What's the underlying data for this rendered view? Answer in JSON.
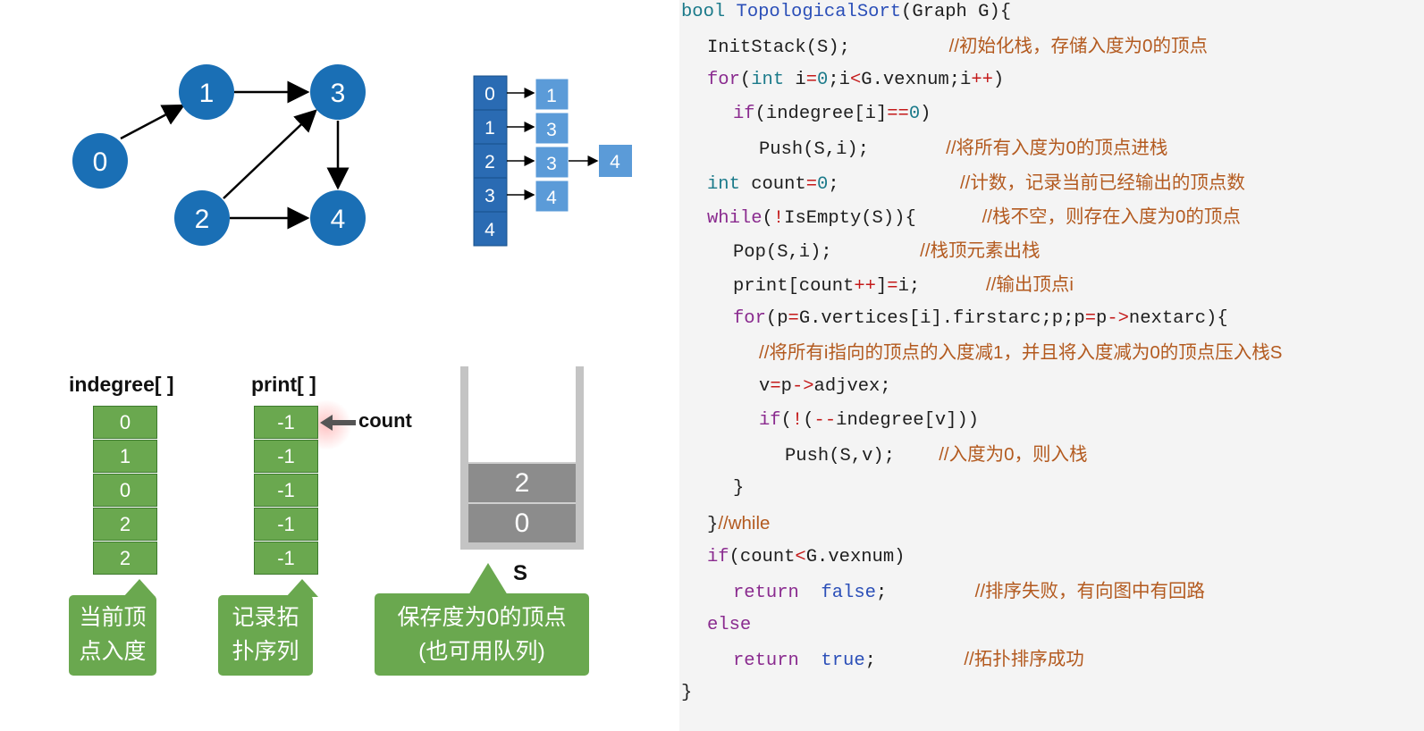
{
  "graph": {
    "nodes": [
      "0",
      "1",
      "2",
      "3",
      "4"
    ]
  },
  "adjacency": {
    "index": [
      "0",
      "1",
      "2",
      "3",
      "4"
    ],
    "first": [
      "1",
      "3",
      "3",
      "4"
    ],
    "extra": "4"
  },
  "indegree": {
    "title": "indegree[ ]",
    "values": [
      "0",
      "1",
      "0",
      "2",
      "2"
    ],
    "callout": [
      "当前顶",
      "点入度"
    ]
  },
  "print": {
    "title": "print[ ]",
    "values": [
      "-1",
      "-1",
      "-1",
      "-1",
      "-1"
    ],
    "pointer_label": "count",
    "callout": [
      "记录拓",
      "扑序列"
    ]
  },
  "stack": {
    "items": [
      "2",
      "0"
    ],
    "label": "S",
    "callout": [
      "保存度为0的顶点",
      "(也可用队列)"
    ]
  },
  "code": [
    {
      "indent": 0,
      "parts": [
        [
          "bool ",
          "ty"
        ],
        [
          "TopologicalSort",
          "fn"
        ],
        [
          "(Graph G){",
          ""
        ]
      ]
    },
    {
      "indent": 1,
      "parts": [
        [
          "InitStack(S);         ",
          ""
        ],
        [
          "//初始化栈，存储入度为0的顶点",
          "cm"
        ]
      ]
    },
    {
      "indent": 1,
      "parts": [
        [
          "for",
          "kw"
        ],
        [
          "(",
          ""
        ],
        [
          "int",
          "ty"
        ],
        [
          " i",
          ""
        ],
        [
          "=",
          "op"
        ],
        [
          "0",
          "num"
        ],
        [
          ";i",
          ""
        ],
        [
          "<",
          "op"
        ],
        [
          "G.vexnum;i",
          ""
        ],
        [
          "++",
          "op"
        ],
        [
          ")",
          ""
        ]
      ]
    },
    {
      "indent": 2,
      "parts": [
        [
          "if",
          "kw"
        ],
        [
          "(indegree[i]",
          ""
        ],
        [
          "==",
          "op"
        ],
        [
          "0",
          "num"
        ],
        [
          ")",
          ""
        ]
      ]
    },
    {
      "indent": 3,
      "parts": [
        [
          "Push(S,i);       ",
          ""
        ],
        [
          "//将所有入度为0的顶点进栈",
          "cm"
        ]
      ]
    },
    {
      "indent": 1,
      "parts": [
        [
          "int",
          "ty"
        ],
        [
          " count",
          ""
        ],
        [
          "=",
          "op"
        ],
        [
          "0",
          "num"
        ],
        [
          ";           ",
          ""
        ],
        [
          "//计数，记录当前已经输出的顶点数",
          "cm"
        ]
      ]
    },
    {
      "indent": 1,
      "parts": [
        [
          "while",
          "kw"
        ],
        [
          "(",
          ""
        ],
        [
          "!",
          "op"
        ],
        [
          "IsEmpty(S)){      ",
          ""
        ],
        [
          "//栈不空，则存在入度为0的顶点",
          "cm"
        ]
      ]
    },
    {
      "indent": 2,
      "parts": [
        [
          "Pop(S,i);        ",
          ""
        ],
        [
          "//栈顶元素出栈",
          "cm"
        ]
      ]
    },
    {
      "indent": 2,
      "parts": [
        [
          "print[count",
          ""
        ],
        [
          "++",
          "op"
        ],
        [
          "]",
          ""
        ],
        [
          "=",
          "op"
        ],
        [
          "i;      ",
          ""
        ],
        [
          "//输出顶点i",
          "cm"
        ]
      ]
    },
    {
      "indent": 2,
      "parts": [
        [
          "for",
          "kw"
        ],
        [
          "(p",
          ""
        ],
        [
          "=",
          "op"
        ],
        [
          "G.vertices[i].firstarc;p;p",
          ""
        ],
        [
          "=",
          "op"
        ],
        [
          "p",
          ""
        ],
        [
          "->",
          "op"
        ],
        [
          "nextarc){",
          ""
        ]
      ]
    },
    {
      "indent": 3,
      "parts": [
        [
          "//将所有i指向的顶点的入度减1，并且将入度减为0的顶点压入栈S",
          "cm"
        ]
      ]
    },
    {
      "indent": 3,
      "parts": [
        [
          "v",
          ""
        ],
        [
          "=",
          "op"
        ],
        [
          "p",
          ""
        ],
        [
          "->",
          "op"
        ],
        [
          "adjvex;",
          ""
        ]
      ]
    },
    {
      "indent": 3,
      "parts": [
        [
          "if",
          "kw"
        ],
        [
          "(",
          ""
        ],
        [
          "!",
          "op"
        ],
        [
          "(",
          ""
        ],
        [
          "--",
          "op"
        ],
        [
          "indegree[v]))",
          ""
        ]
      ]
    },
    {
      "indent": 4,
      "parts": [
        [
          "Push(S,v);    ",
          ""
        ],
        [
          "//入度为0，则入栈",
          "cm"
        ]
      ]
    },
    {
      "indent": 2,
      "parts": [
        [
          "}",
          ""
        ]
      ]
    },
    {
      "indent": 1,
      "parts": [
        [
          "}",
          ""
        ],
        [
          "//while",
          "cm"
        ]
      ]
    },
    {
      "indent": 1,
      "parts": [
        [
          "if",
          "kw"
        ],
        [
          "(count",
          ""
        ],
        [
          "<",
          "op"
        ],
        [
          "G.vexnum)",
          ""
        ]
      ]
    },
    {
      "indent": 2,
      "parts": [
        [
          "return",
          "kw"
        ],
        [
          "  ",
          ""
        ],
        [
          "false",
          "fn"
        ],
        [
          ";        ",
          ""
        ],
        [
          "//排序失败，有向图中有回路",
          "cm"
        ]
      ]
    },
    {
      "indent": 1,
      "parts": [
        [
          "else",
          "kw"
        ]
      ]
    },
    {
      "indent": 2,
      "parts": [
        [
          "return",
          "kw"
        ],
        [
          "  ",
          ""
        ],
        [
          "true",
          "fn"
        ],
        [
          ";        ",
          ""
        ],
        [
          "//拓扑排序成功",
          "cm"
        ]
      ]
    },
    {
      "indent": 0,
      "parts": [
        [
          "}",
          ""
        ]
      ]
    }
  ],
  "colors": {
    "node": "#1a6fb5",
    "adj_index": "#2a6bb3",
    "adj_node": "#5b9bd8",
    "table": "#6aa84f",
    "stack_block": "#8c8c8c"
  }
}
